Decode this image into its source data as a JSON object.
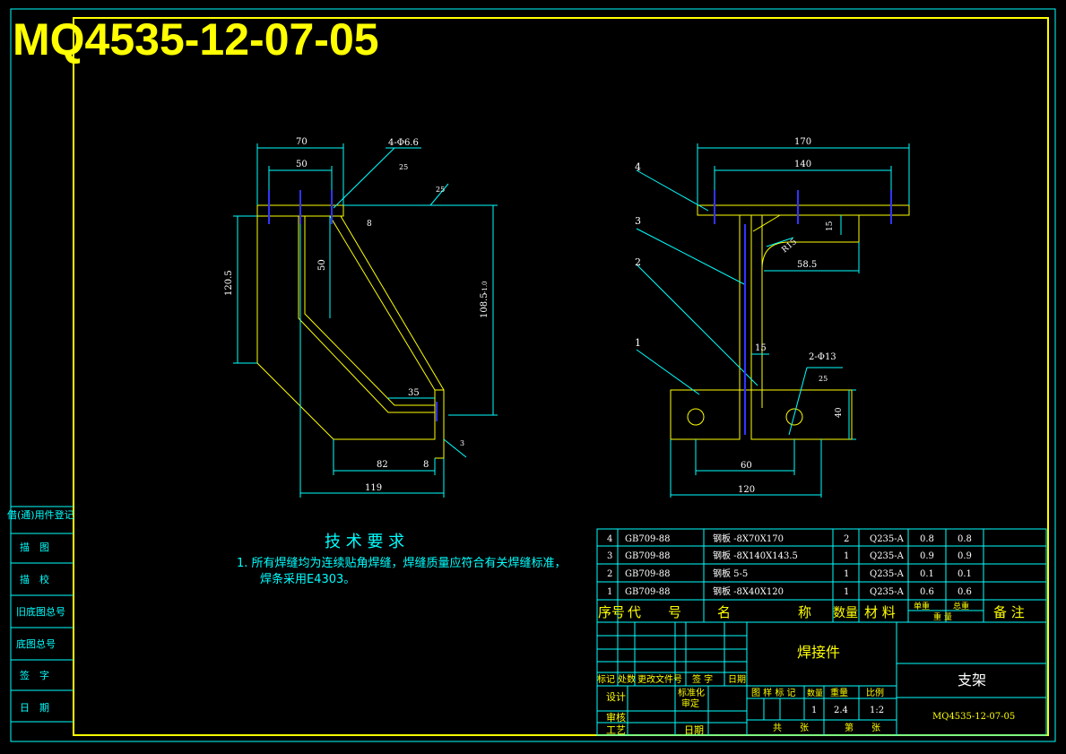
{
  "drawing_number_big": "MQ4535-12-07-05",
  "left_dims": {
    "w70": "70",
    "w50": "50",
    "holes": "4-Φ6.6",
    "holes_weld": "25",
    "surface": "25",
    "h8": "8",
    "h120_5": "120.5",
    "h50": "50",
    "h108_5": "108.5",
    "h108_5_tol": "-1.0",
    "w35": "35",
    "w82": "82",
    "w8": "8",
    "w119": "119",
    "weld": "3"
  },
  "right_dims": {
    "w170": "170",
    "w140": "140",
    "h15": "15",
    "r15": "R15",
    "w58_5": "58.5",
    "w15": "15",
    "holes": "2-Φ13",
    "holes_weld": "25",
    "h40": "40",
    "w60": "60",
    "w120": "120",
    "part_labels": [
      "4",
      "3",
      "2",
      "1"
    ]
  },
  "tech": {
    "title": "技 术 要 求",
    "line1": "1. 所有焊缝均为连续贴角焊缝，焊缝质量应符合有关焊缝标准，",
    "line2": "焊条采用E4303。"
  },
  "left_strip": [
    "借(通)用件登记",
    "描　图",
    "描　校",
    "旧底图总号",
    "底图总号",
    "签　字",
    "日　期"
  ],
  "bom": {
    "rows": [
      {
        "no": "4",
        "code": "GB709-88",
        "name": "钢板 -8X70X170",
        "qty": "2",
        "mat": "Q235-A",
        "unit": "0.8",
        "total": "0.8"
      },
      {
        "no": "3",
        "code": "GB709-88",
        "name": "钢板 -8X140X143.5",
        "qty": "1",
        "mat": "Q235-A",
        "unit": "0.9",
        "total": "0.9"
      },
      {
        "no": "2",
        "code": "GB709-88",
        "name": "钢板 5-5",
        "qty": "1",
        "mat": "Q235-A",
        "unit": "0.1",
        "total": "0.1"
      },
      {
        "no": "1",
        "code": "GB709-88",
        "name": "钢板 -8X40X120",
        "qty": "1",
        "mat": "Q235-A",
        "unit": "0.6",
        "total": "0.6"
      }
    ],
    "header": {
      "no": "序号",
      "code": "代　　号",
      "name": "名　　　　　称",
      "qty": "数量",
      "mat": "材 料",
      "unit": "单重",
      "total": "总重",
      "weight": "重 量",
      "note": "备 注"
    }
  },
  "title_block": {
    "part_type": "焊接件",
    "part_name": "支架",
    "drawing_no": "MQ4535-12-07-05",
    "rev_labels": [
      "标记",
      "处数",
      "更改文件号",
      "签 字",
      "日期"
    ],
    "design": "设计",
    "standard": "标准化",
    "review": "审核",
    "check": "审定",
    "process": "工艺",
    "date": "日期",
    "stage": "图 样 标 记",
    "weight": "重量",
    "scale": "比例",
    "quantity_val": "1",
    "weight_val": "2.4",
    "scale_val": "1:2",
    "total_sheets": "共　　张",
    "sheet_no": "第　　张"
  }
}
